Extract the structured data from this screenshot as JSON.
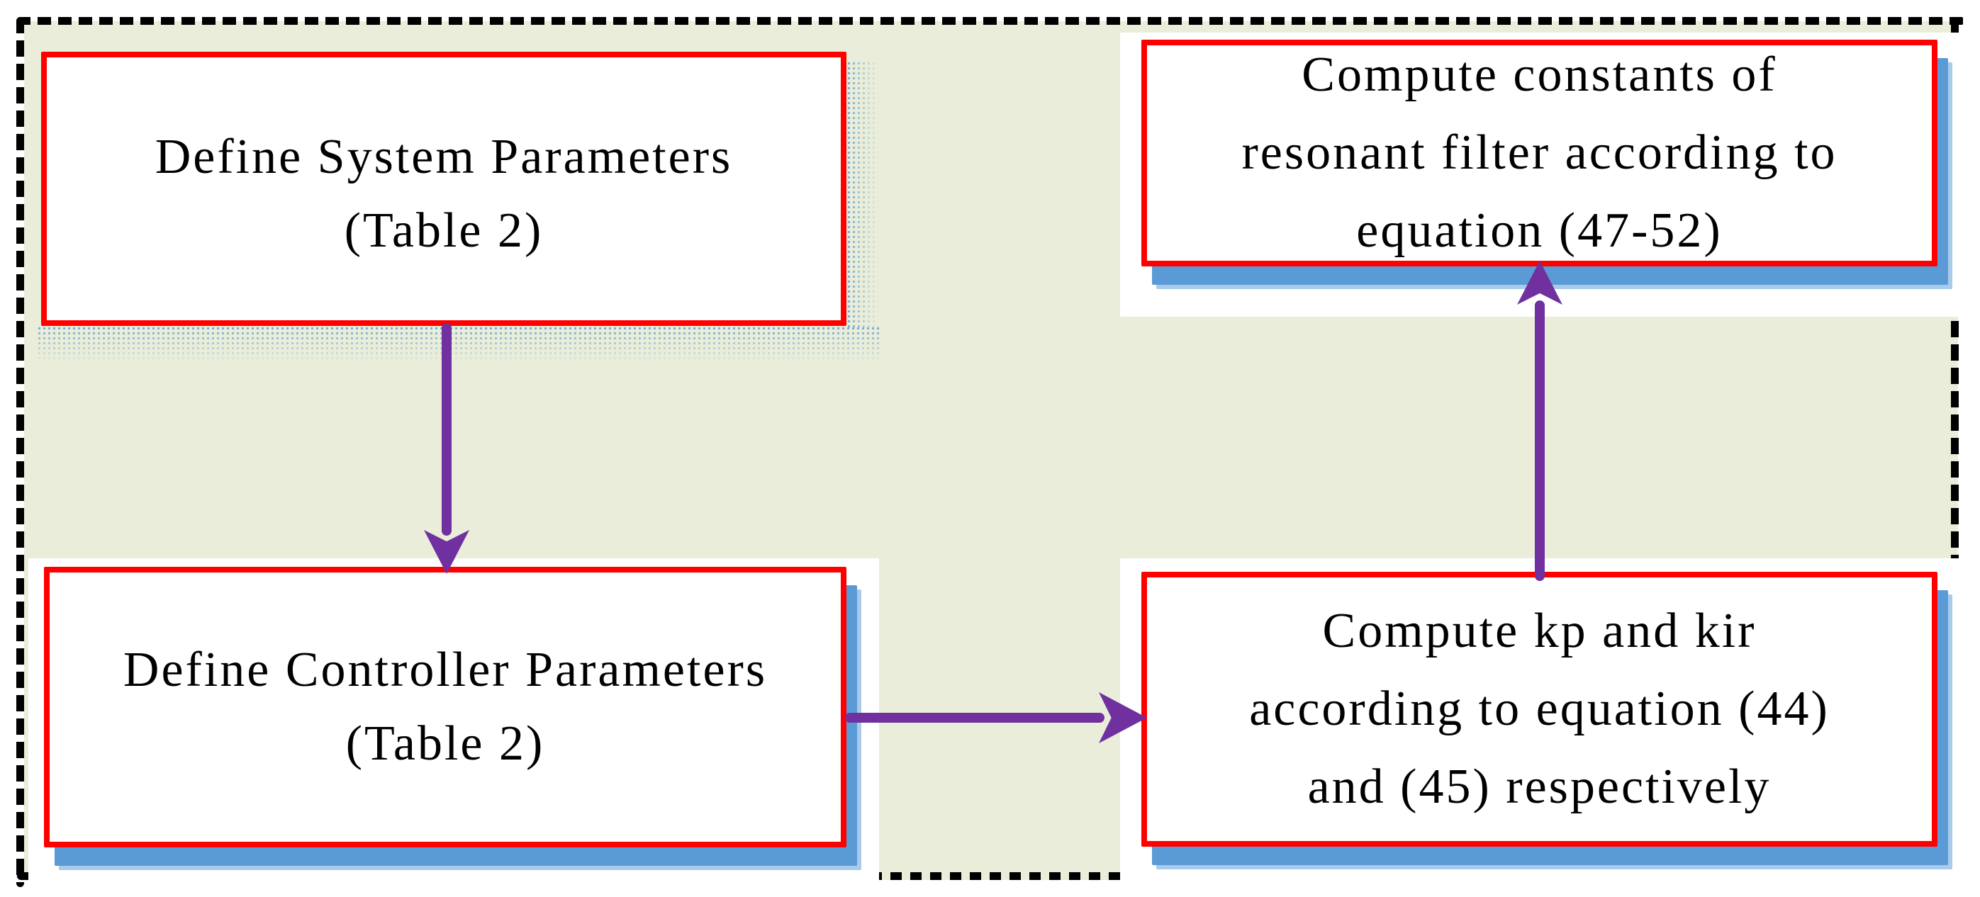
{
  "flowchart": {
    "boxes": {
      "system": {
        "line1": "Define System Parameters",
        "line2": "(Table 2)"
      },
      "controller": {
        "line1": "Define Controller Parameters",
        "line2": "(Table 2)"
      },
      "compute_gains": {
        "line1": "Compute kp and kir",
        "line2": "according to equation (44)",
        "line3": "and (45) respectively"
      },
      "resonant": {
        "line1": "Compute constants of",
        "line2": "resonant filter according to",
        "line3": "equation (47-52)"
      }
    },
    "arrows": [
      {
        "name": "system-to-controller",
        "direction": "down"
      },
      {
        "name": "controller-to-compute-gains",
        "direction": "right"
      },
      {
        "name": "compute-gains-to-resonant",
        "direction": "up"
      }
    ],
    "colors": {
      "background_green": "#e9edd9",
      "box_fill": "#ffffff",
      "box_border_red": "#fe0000",
      "shadow_blue": "#5b9bd5",
      "shadow_blue_light": "#a9cbea",
      "arrow_purple": "#7030a0",
      "dashed_frame": "#000000",
      "text": "#000000"
    }
  }
}
